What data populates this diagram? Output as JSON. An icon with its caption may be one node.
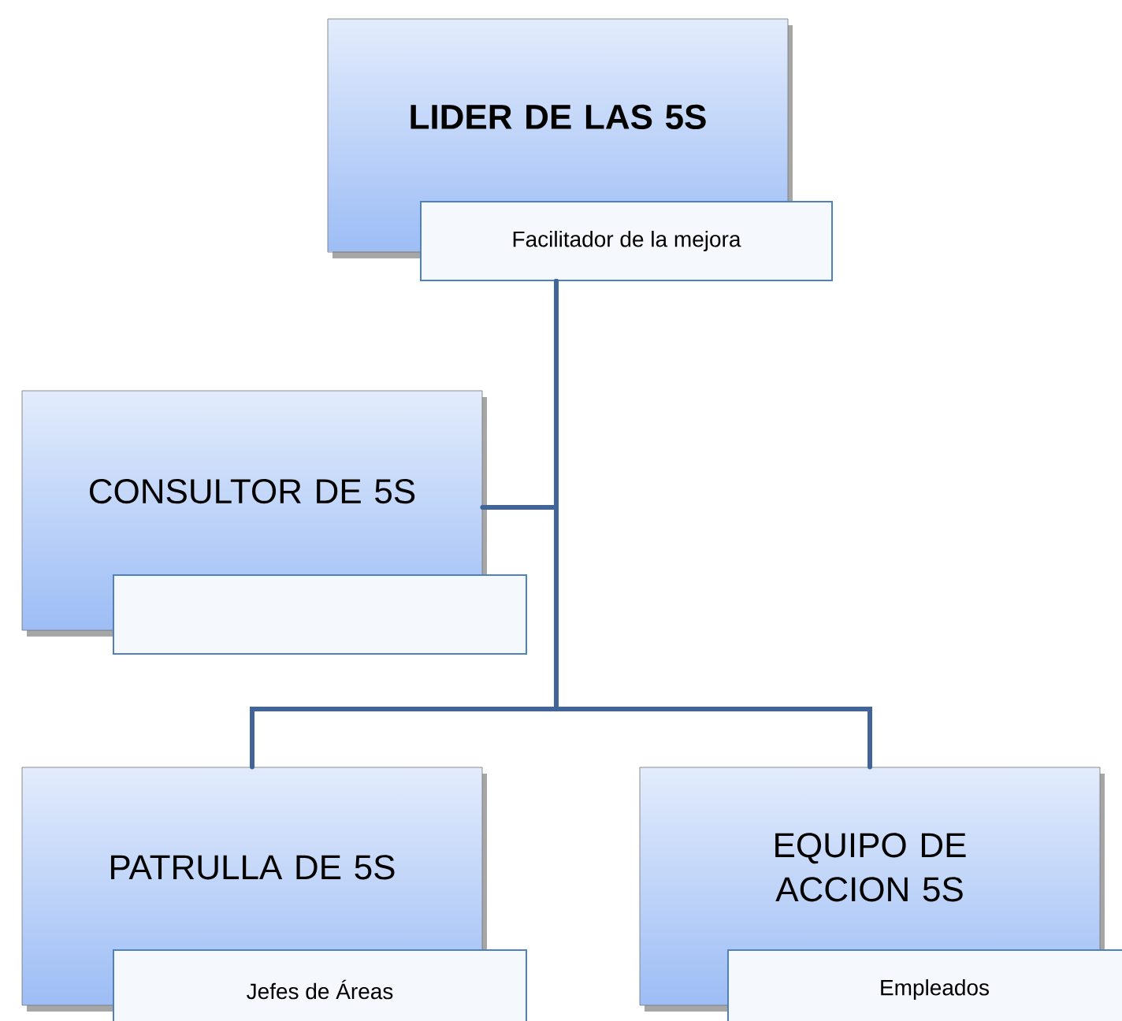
{
  "diagram": {
    "nodes": [
      {
        "text": [
          "LIDER DE LAS 5S"
        ]
      },
      {
        "text": [
          "Facilitador de la mejora"
        ]
      },
      {
        "text": [
          "CONSULTOR DE 5S"
        ]
      },
      {
        "text": [],
        "shape": "box"
      },
      {
        "text": [
          "PATRULLA DE 5S"
        ]
      },
      {
        "text": [
          "Jefes de Áreas"
        ]
      },
      {
        "text": [
          "EQUIPO DE ACCION 5S"
        ]
      },
      {
        "text": [
          "Empleados"
        ]
      }
    ],
    "edges": [
      {
        "from": 1,
        "to": 2,
        "arrow": "none"
      },
      {
        "from": 1,
        "to": 4,
        "arrow": "none"
      },
      {
        "from": 1,
        "to": 6,
        "arrow": "none"
      }
    ]
  }
}
